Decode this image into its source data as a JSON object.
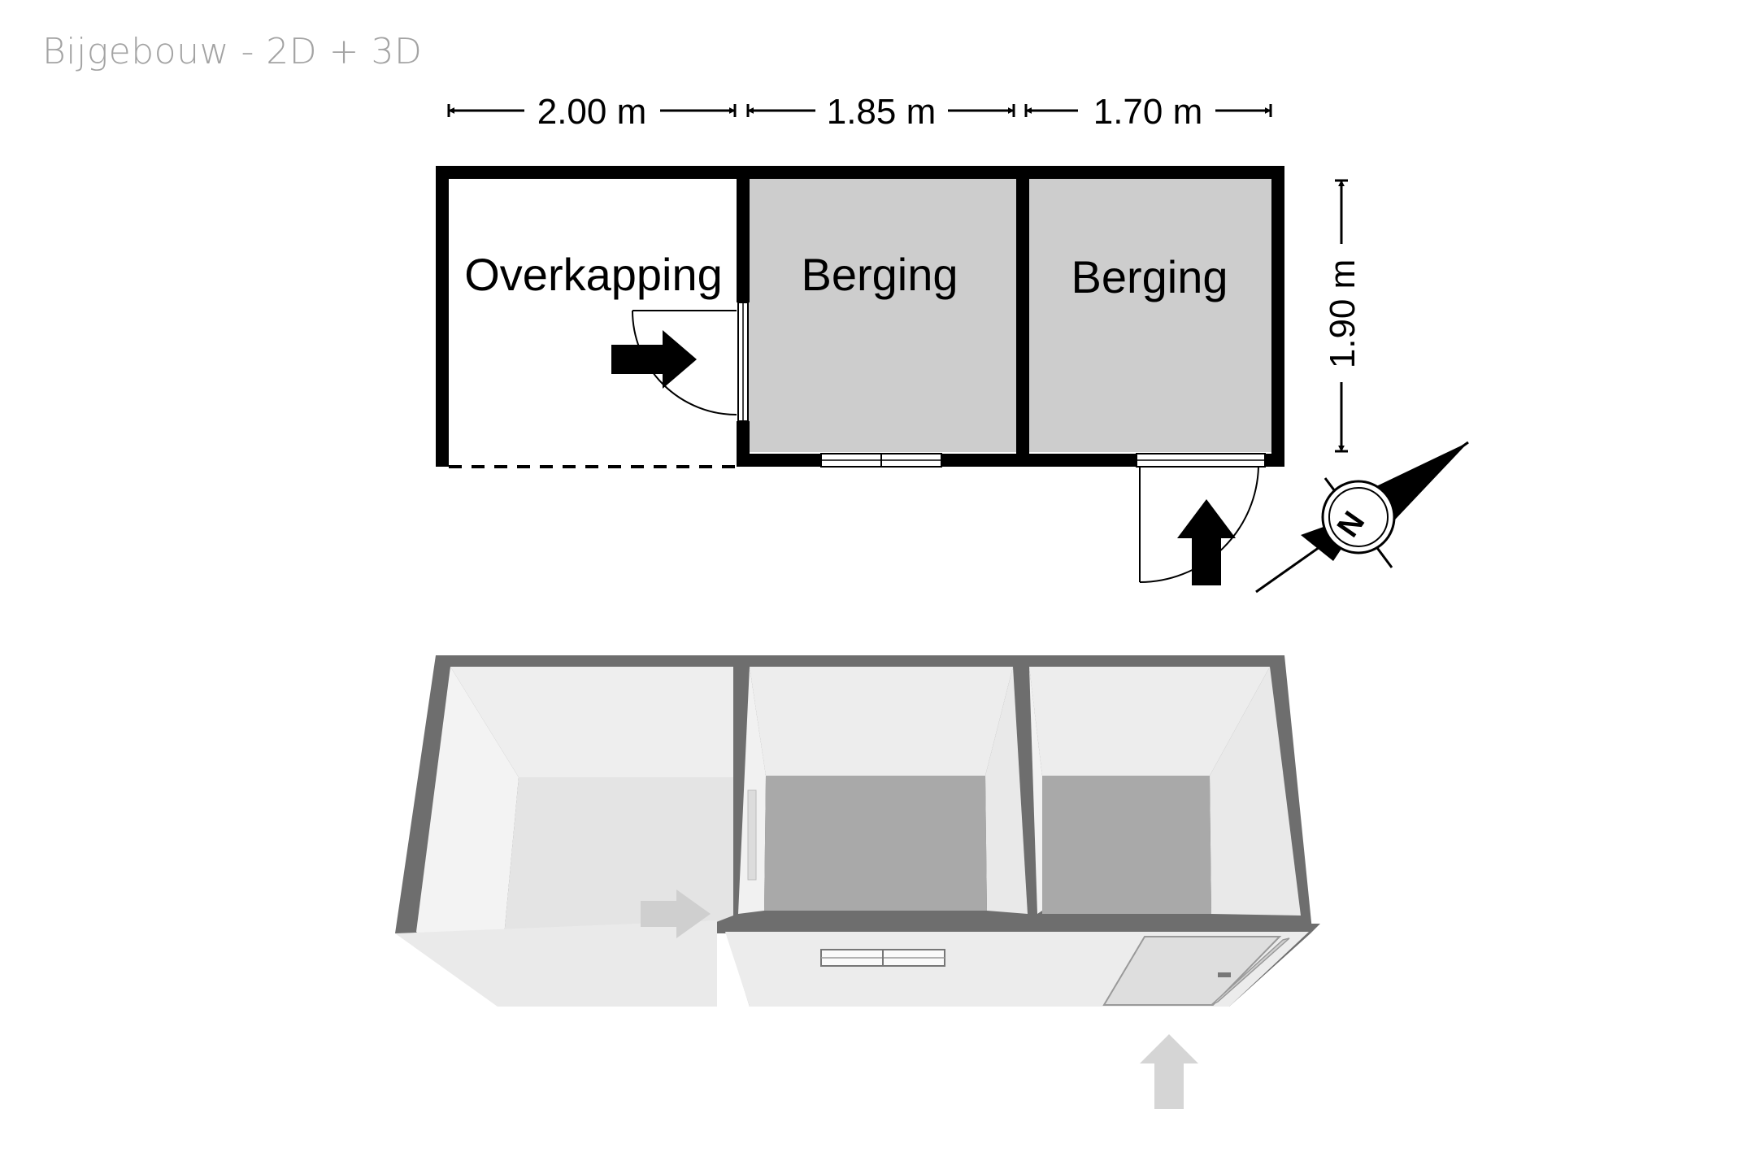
{
  "title": "Bijgebouw - 2D + 3D",
  "floorplan": {
    "dimensions": {
      "width_1": "2.00 m",
      "width_2": "1.85 m",
      "width_3": "1.70 m",
      "depth": "1.90 m"
    },
    "rooms": [
      {
        "label": "Overkapping"
      },
      {
        "label": "Berging"
      },
      {
        "label": "Berging"
      }
    ],
    "compass": {
      "letter": "N"
    }
  },
  "colors": {
    "wall": "#000000",
    "room_fill": "#cdcdcd",
    "model_wall": "#6e6e6e",
    "title": "#a3a3a3"
  }
}
